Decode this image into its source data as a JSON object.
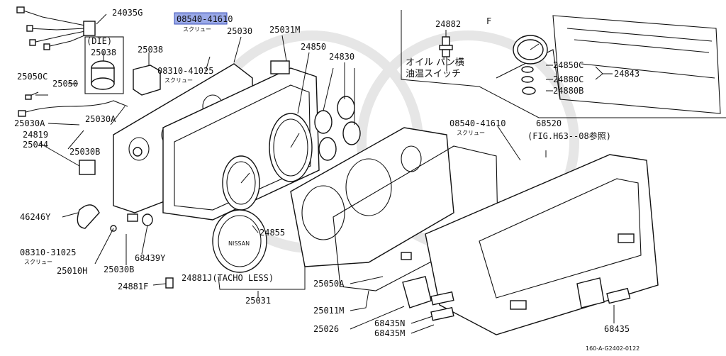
{
  "diagram": {
    "highlighted_part": "08540-41610",
    "labels": {
      "p24035G": "24035G",
      "p08540_41610": "08540-41610",
      "screw_top": "スクリュー",
      "p25030": "25030",
      "p25031M": "25031M",
      "die": "(DIE)",
      "p25038a": "25038",
      "p25038b": "25038",
      "p24850": "24850",
      "p24830": "24830",
      "p24882": "24882",
      "F": "F",
      "oil_line1": "オイル パン横",
      "oil_line2": "油温スイッチ",
      "p24850C": "24850C",
      "p24880C": "24880C",
      "p24843": "24843",
      "p24880B": "24880B",
      "p25050C": "25050C",
      "p25050": "25050",
      "p08310_41025": "08310-41025",
      "screw_mid": "スクリュー",
      "p25030A_a": "25030A",
      "p25030A_b": "25030A",
      "p24819": "24819",
      "p25044": "25044",
      "p25030B_a": "25030B",
      "p08540_41610b": "08540-41610",
      "screw_right": "スクリュー",
      "p68520": "68520",
      "fig_ref": "(FIG.H63--08参照)",
      "p46246Y": "46246Y",
      "p24855": "24855",
      "p08310_31025": "08310-31025",
      "screw_left": "スクリュー",
      "p68439Y": "68439Y",
      "p25010H": "25010H",
      "p25030B_b": "25030B",
      "p24881F": "24881F",
      "p24881J": "24881J(TACHO LESS)",
      "p25050A": "25050A",
      "p25031": "25031",
      "p25011M": "25011M",
      "p68435N": "68435N",
      "p68435M": "68435M",
      "p25026": "25026",
      "p68435": "68435",
      "ref": "160-A-G2402-0122",
      "nissan": "NISSAN"
    }
  }
}
